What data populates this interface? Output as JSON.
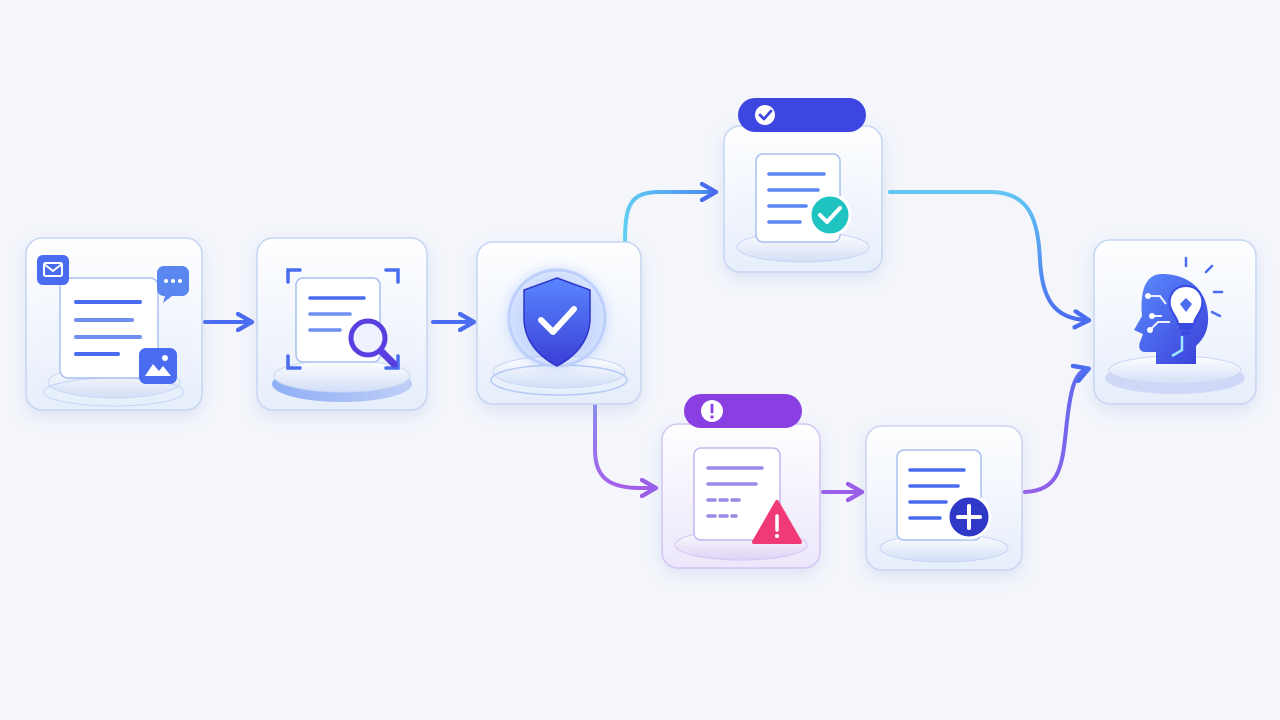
{
  "diagram": {
    "kind": "document-processing-flow",
    "nodes": [
      {
        "id": "intake",
        "icons": [
          "envelope-icon",
          "document-icon",
          "chat-bubble-icon",
          "image-icon"
        ]
      },
      {
        "id": "scan",
        "icons": [
          "scan-frame-icon",
          "document-icon",
          "magnifier-icon"
        ]
      },
      {
        "id": "verify",
        "icons": [
          "shield-check-icon"
        ]
      },
      {
        "id": "approved",
        "icons": [
          "check-badge-icon",
          "document-icon",
          "check-circle-icon"
        ]
      },
      {
        "id": "flagged",
        "icons": [
          "exclamation-badge-icon",
          "document-icon",
          "warning-triangle-icon"
        ]
      },
      {
        "id": "supplement",
        "icons": [
          "document-icon",
          "plus-circle-icon"
        ]
      },
      {
        "id": "insight",
        "icons": [
          "ai-head-icon",
          "lightbulb-icon"
        ]
      }
    ],
    "edges": [
      {
        "from": "intake",
        "to": "scan"
      },
      {
        "from": "scan",
        "to": "verify"
      },
      {
        "from": "verify",
        "to": "approved",
        "branch": "pass"
      },
      {
        "from": "verify",
        "to": "flagged",
        "branch": "issue"
      },
      {
        "from": "flagged",
        "to": "supplement"
      },
      {
        "from": "approved",
        "to": "insight"
      },
      {
        "from": "supplement",
        "to": "insight"
      }
    ]
  },
  "colors": {
    "background": "#f4f6fb",
    "blue_accent": "#4a6cf0",
    "indigo_badge": "#3d46e0",
    "cyan_edge": "#5fc4f2",
    "purple_edge": "#9a5ee8",
    "purple_badge": "#8a3fe3",
    "teal_check": "#1fc3c0",
    "warning_pink": "#f03a78",
    "panel_border": "#c6d6f2"
  }
}
